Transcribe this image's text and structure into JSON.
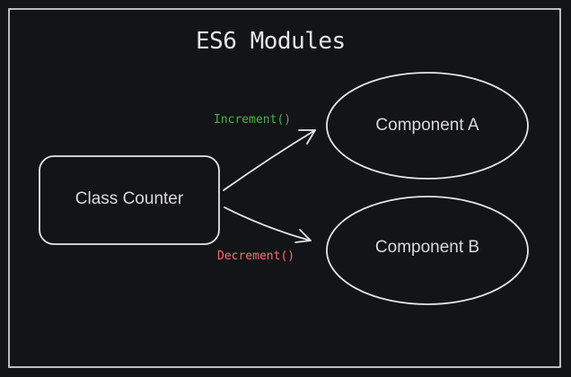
{
  "title": "ES6 Modules",
  "nodes": {
    "class_counter": "Class Counter",
    "component_a": "Component A",
    "component_b": "Component B"
  },
  "edges": {
    "increment": "Increment()",
    "decrement": "Decrement()"
  },
  "colors": {
    "background": "#121417",
    "stroke": "#e6e6e6",
    "increment": "#4caf50",
    "decrement": "#ff6b6b"
  }
}
